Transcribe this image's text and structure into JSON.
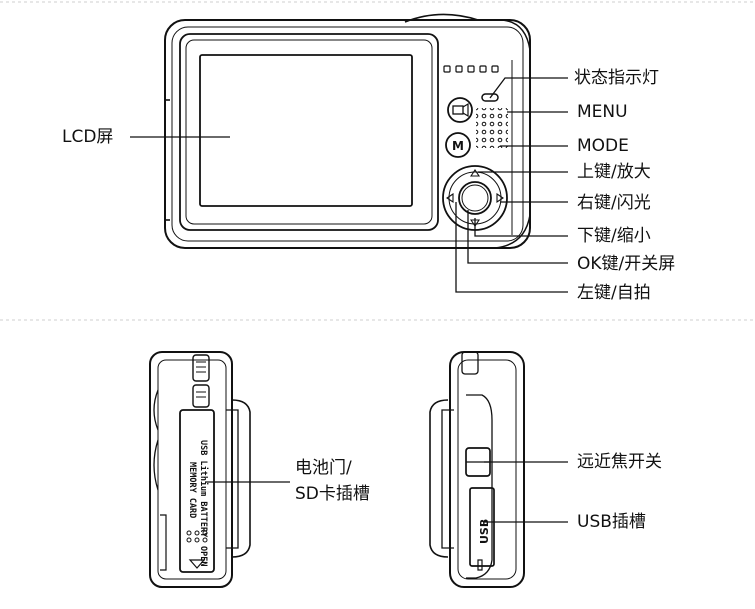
{
  "labels": {
    "status_led": "状态指示灯",
    "menu": "MENU",
    "mode": "MODE",
    "up_key": "上键/放大",
    "right_key": "右键/闪光",
    "down_key": "下键/缩小",
    "ok_key": "OK键/开关屏",
    "left_key": "左键/自拍",
    "lcd": "LCD屏",
    "battery_door_line1": "电池门/",
    "battery_door_line2": "SD卡插槽",
    "focus_switch": "远近焦开关",
    "usb_slot": "USB插槽"
  },
  "device_text": {
    "menu_button_glyph": "M",
    "battery_door_text1": "USB Lithium BATTERY",
    "battery_door_text2": "MEMORY CARD",
    "open_text": "OPEN",
    "usb_port_text": "USB"
  },
  "colors": {
    "line": "#111111",
    "divider": "#cfcfcf"
  }
}
